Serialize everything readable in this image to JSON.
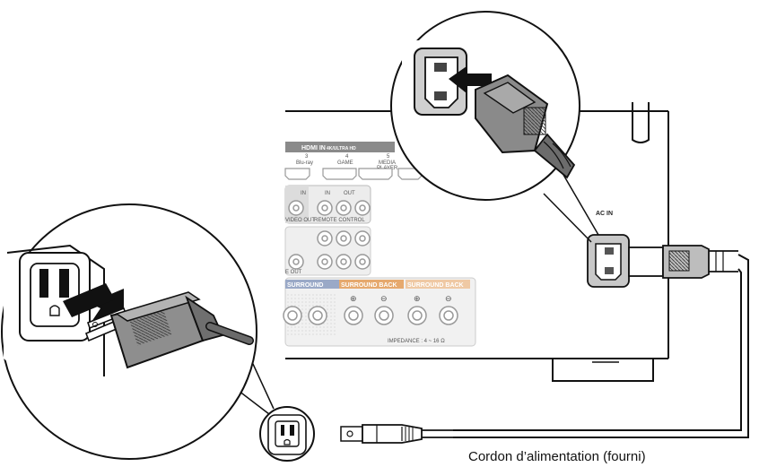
{
  "receiver_panel": {
    "hdmi_header": "HDMI IN",
    "hdmi_sub": "4K/ULTRA HD",
    "ports": [
      {
        "num": "3",
        "label": "Blu-ray"
      },
      {
        "num": "4",
        "label": "GAME"
      },
      {
        "num": "5",
        "label": "MEDIA"
      },
      {
        "num": "",
        "label": "PLAYER"
      }
    ],
    "video_out": "VIDEO OUT",
    "remote_in": "IN",
    "remote_out": "OUT",
    "remote_control": "REMOTE CONTROL",
    "pre_out": "E OUT",
    "surround": "SURROUND",
    "surround_back": "SURROUND BACK",
    "surround_back_2": "SURROUND BACK",
    "impedance": "IMPEDANCE : 4 ~ 16 Ω",
    "ac_in": "AC IN"
  },
  "caption": "Cordon d’alimentation (fourni)"
}
